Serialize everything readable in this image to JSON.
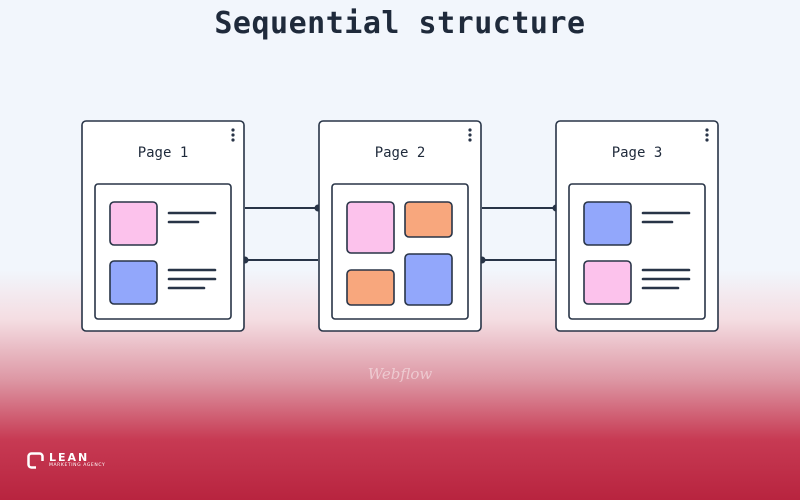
{
  "title": "Sequential structure",
  "pages": [
    {
      "label": "Page 1",
      "tiles": [
        "pink",
        "blue"
      ]
    },
    {
      "label": "Page 2",
      "tiles": [
        "pink",
        "orange",
        "orange",
        "blue"
      ]
    },
    {
      "label": "Page 3",
      "tiles": [
        "blue",
        "pink"
      ]
    }
  ],
  "colors": {
    "pink": "#fcc2ec",
    "blue": "#92a7fb",
    "orange": "#f8a77d",
    "stroke": "#283447",
    "card": "#ffffff"
  },
  "watermark": "Webflow",
  "logo": {
    "name": "LEAN",
    "tagline": "MARKETING AGENCY"
  }
}
